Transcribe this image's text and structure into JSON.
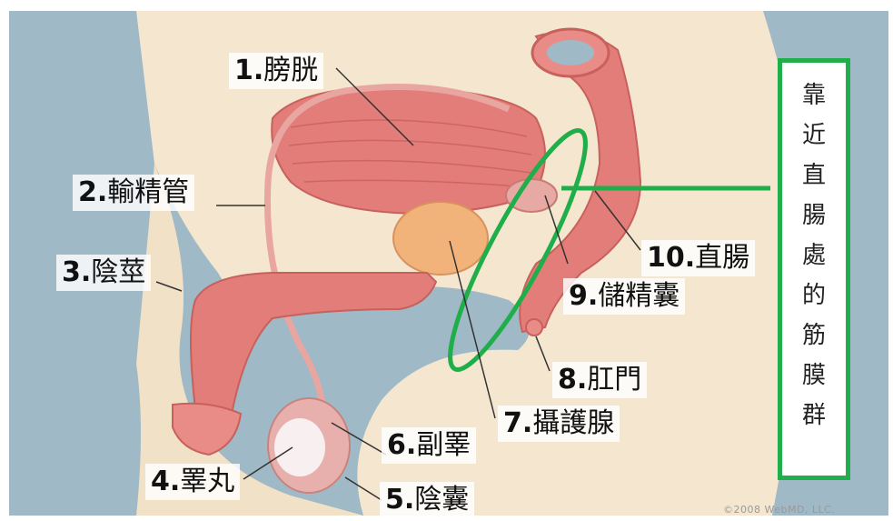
{
  "labels": [
    {
      "num": "1.",
      "text": "膀胱"
    },
    {
      "num": "2.",
      "text": "輸精管"
    },
    {
      "num": "3.",
      "text": "陰莖"
    },
    {
      "num": "4.",
      "text": "睪丸"
    },
    {
      "num": "5.",
      "text": "陰囊"
    },
    {
      "num": "6.",
      "text": "副睪"
    },
    {
      "num": "7.",
      "text": "攝護腺"
    },
    {
      "num": "8.",
      "text": "肛門"
    },
    {
      "num": "9.",
      "text": "儲精囊"
    },
    {
      "num": "10.",
      "text": "直腸"
    }
  ],
  "side_label": [
    "靠",
    "近",
    "直",
    "腸",
    "處",
    "的",
    "筋",
    "膜",
    "群"
  ],
  "copyright": "©2008 WebMD, LLC.",
  "colors": {
    "highlight": "#1fae4a",
    "background": "#9fb9c6",
    "skin": "#f4e6cf",
    "tissue": "#e27d79"
  }
}
